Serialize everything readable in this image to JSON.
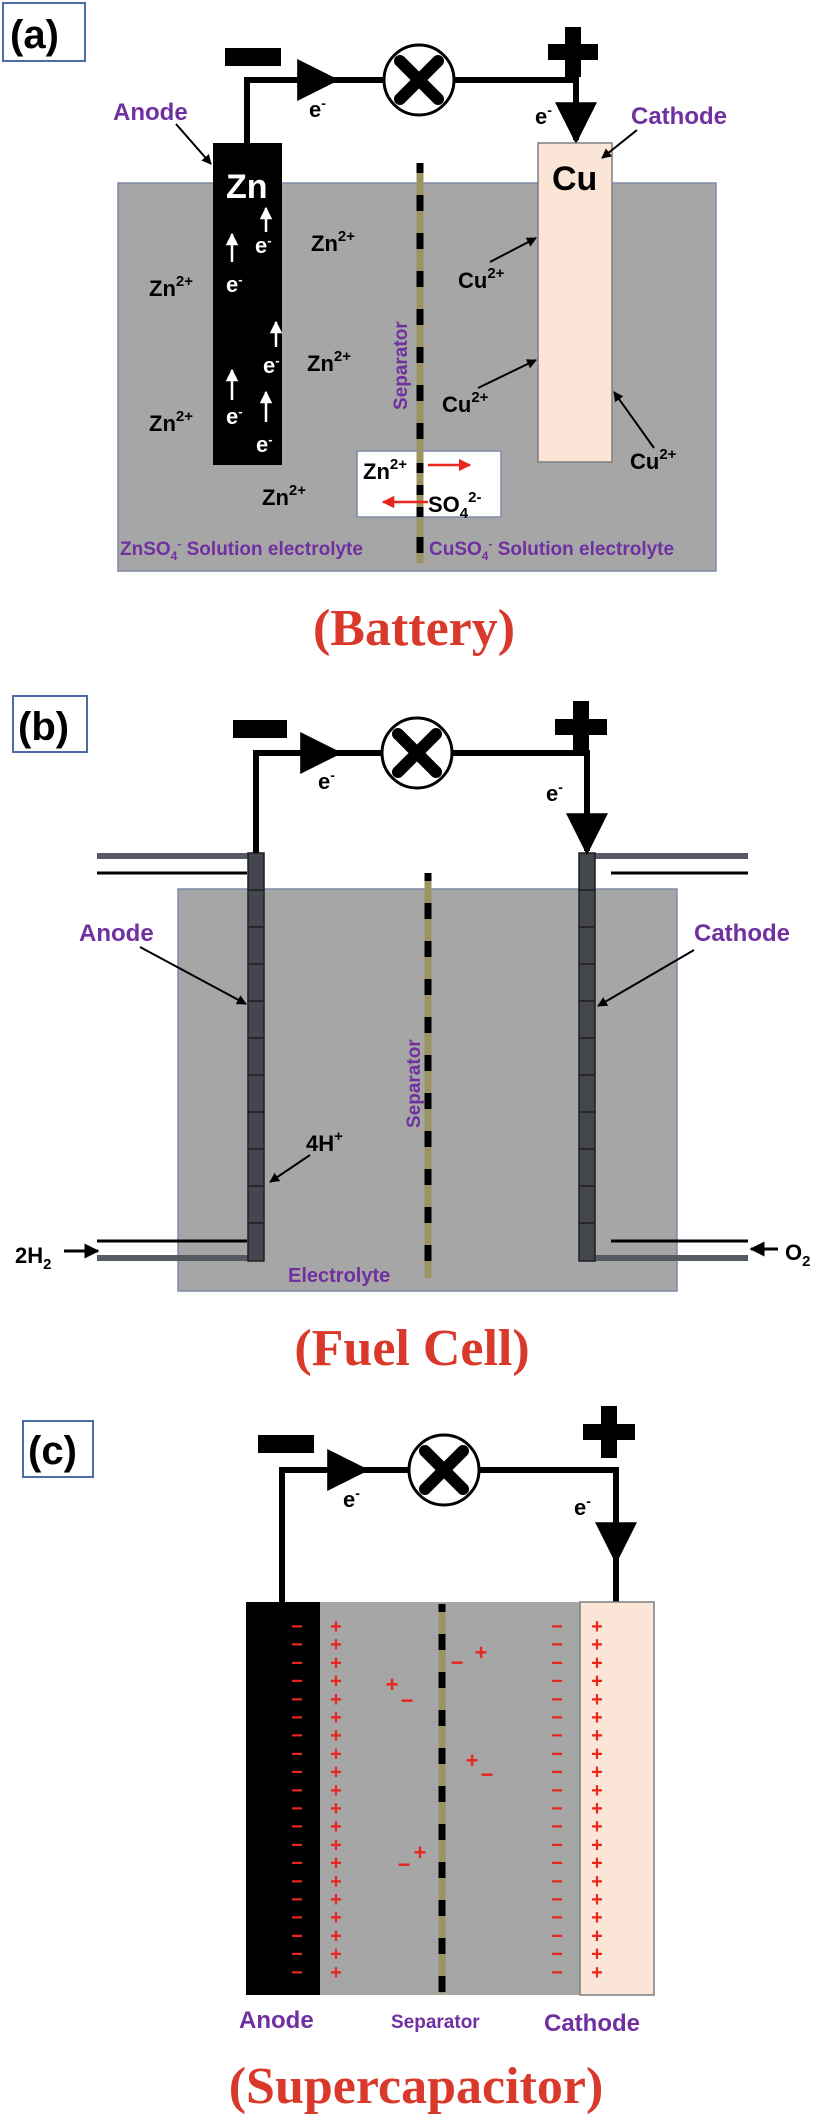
{
  "panel_a": {
    "label": "(a)",
    "caption": "(Battery)",
    "negative_sign": "−",
    "positive_sign": "+",
    "electron": "e",
    "electron_sup": "-",
    "anode_label": "Anode",
    "cathode_label": "Cathode",
    "anode_element": "Zn",
    "cathode_element": "Cu",
    "zinc_ion": "Zn",
    "zinc_ion_sup": "2+",
    "copper_ion": "Cu",
    "copper_ion_sup": "2+",
    "separator_label": "Separator",
    "sulfate": "SO",
    "sulfate_sub": "4",
    "sulfate_sup": "2-",
    "left_electrolyte": "ZnSO",
    "left_electrolyte_sub": "4",
    "left_electrolyte_sup": "-",
    "right_electrolyte": "CuSO",
    "right_electrolyte_sub": "4",
    "right_electrolyte_sup": "-",
    "electrolyte_suffix": " Solution electrolyte"
  },
  "panel_b": {
    "label": "(b)",
    "caption": "(Fuel Cell)",
    "negative_sign": "−",
    "positive_sign": "+",
    "electron": "e",
    "electron_sup": "-",
    "anode_label": "Anode",
    "cathode_label": "Cathode",
    "separator_label": "Separator",
    "proton": "4H",
    "proton_sup": "+",
    "hydrogen": "2H",
    "hydrogen_sub": "2",
    "oxygen": "O",
    "oxygen_sub": "2",
    "electrolyte_label": "Electrolyte"
  },
  "panel_c": {
    "label": "(c)",
    "caption": "(Supercapacitor)",
    "negative_sign": "−",
    "positive_sign": "+",
    "electron": "e",
    "electron_sup": "-",
    "anode_label": "Anode",
    "separator_label": "Separator",
    "cathode_label": "Cathode",
    "minus": "−",
    "plus": "+"
  },
  "colors": {
    "electrolyte_gray": "#a6a6a6",
    "cathode_fill": "#fbe5d6",
    "label_purple": "#7030a0",
    "caption_red": "#d8392b",
    "ion_arrow_red": "#e8261c",
    "separator_tan": "#9c9462",
    "panel_border": "#4a6da7"
  }
}
